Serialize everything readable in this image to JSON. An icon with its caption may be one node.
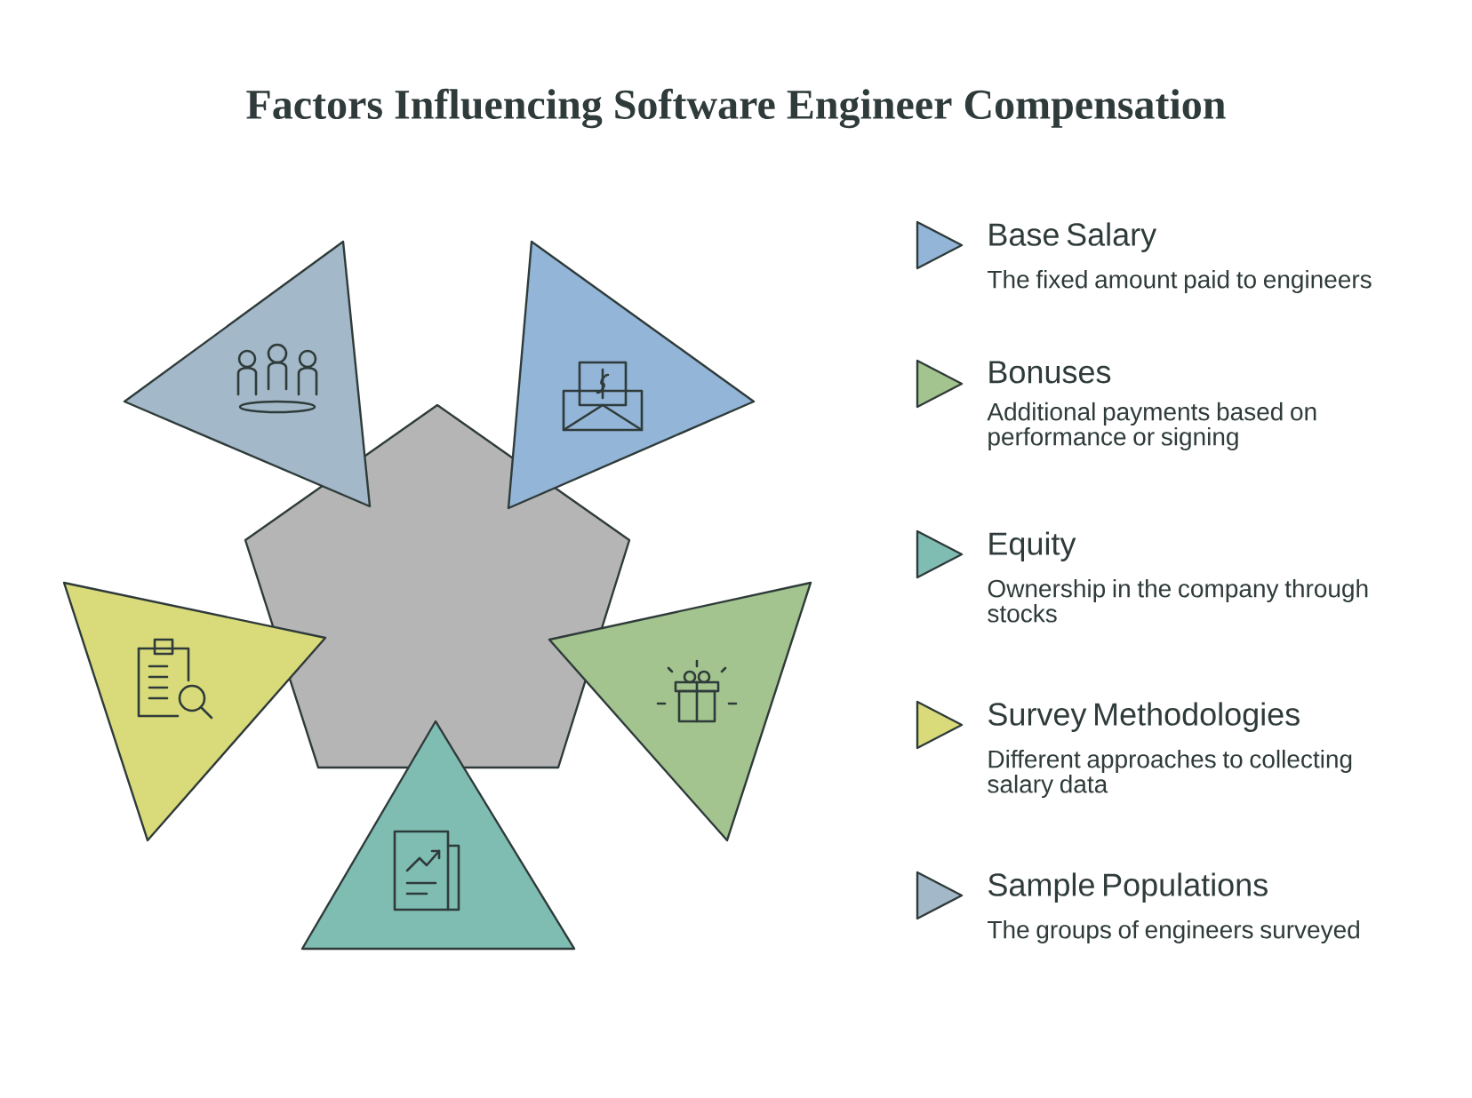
{
  "diagram": {
    "title": "Factors Influencing Software Engineer Compensation",
    "nodes": [
      {
        "text": [],
        "shape": "pentagon"
      },
      {
        "text": [],
        "shape": "triangle"
      },
      {
        "text": [],
        "shape": "triangle"
      },
      {
        "text": [],
        "shape": "triangle"
      },
      {
        "text": [],
        "shape": "triangle"
      },
      {
        "text": [],
        "shape": "triangle"
      },
      {
        "text": [
          "Base Salary",
          "The fixed amount paid to engineers"
        ]
      },
      {
        "text": [
          "Bonuses",
          "Additional payments based on performance or signing"
        ]
      },
      {
        "text": [
          "Equity",
          "Ownership in the company through stocks"
        ]
      },
      {
        "text": [
          "Survey Methodologies",
          "Different approaches to collecting salary data"
        ]
      },
      {
        "text": [
          "Sample Populations",
          "The groups of engineers surveyed"
        ]
      }
    ],
    "edges": []
  }
}
